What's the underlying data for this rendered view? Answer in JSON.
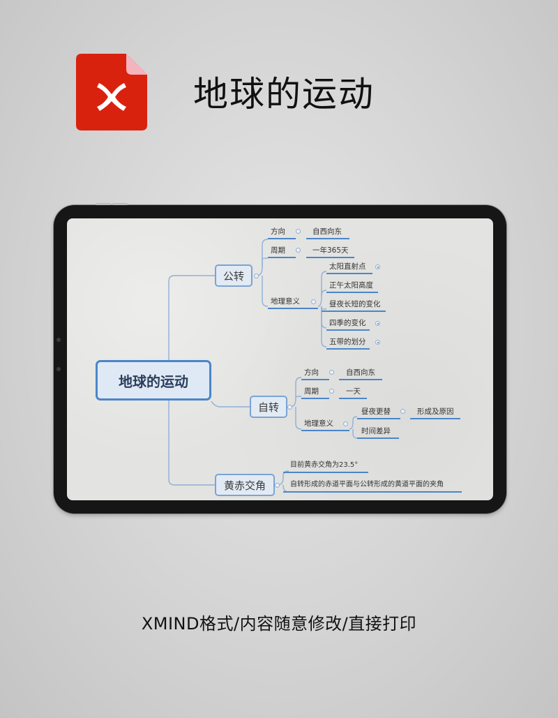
{
  "header": {
    "logo_icon": "xmind-file-icon",
    "logo_letter": "X",
    "title": "地球的运动",
    "colors": {
      "logo_red": "#d9220e",
      "logo_fold": "#f5b3bd"
    }
  },
  "mindmap": {
    "root": "地球的运动",
    "branches": [
      {
        "label": "公转",
        "children": [
          {
            "label": "方向",
            "value": "自西向东"
          },
          {
            "label": "周期",
            "value": "一年365天"
          },
          {
            "label": "地理意义",
            "children": [
              {
                "label": "太阳直射点",
                "collapsed": true
              },
              {
                "label": "正午太阳高度"
              },
              {
                "label": "昼夜长短的变化"
              },
              {
                "label": "四季的变化",
                "collapsed": true
              },
              {
                "label": "五带的划分",
                "collapsed": true
              }
            ]
          }
        ]
      },
      {
        "label": "自转",
        "children": [
          {
            "label": "方向",
            "value": "自西向东"
          },
          {
            "label": "周期",
            "value": "一天"
          },
          {
            "label": "地理意义",
            "children": [
              {
                "label": "昼夜更替",
                "value": "形成及原因"
              },
              {
                "label": "时间差异"
              }
            ]
          }
        ]
      },
      {
        "label": "黄赤交角",
        "children": [
          {
            "label": "目前黄赤交角为23.5°"
          },
          {
            "label": "自转形成的赤道平面与公转形成的黄道平面的夹角"
          }
        ]
      }
    ],
    "colors": {
      "line": "#4a86c8",
      "connector": "#8fb0d6",
      "node_fill": "#e2eaf4"
    }
  },
  "footer": {
    "caption": "XMIND格式/内容随意修改/直接打印"
  }
}
